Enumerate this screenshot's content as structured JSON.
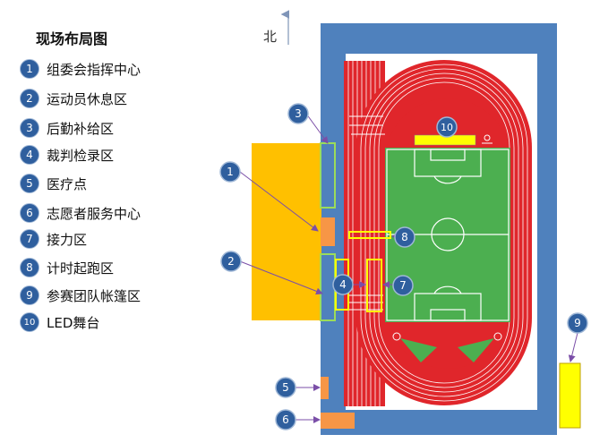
{
  "title": "现场布局图",
  "north_label": "北",
  "legend": [
    {
      "num": "1",
      "label": "组委会指挥中心"
    },
    {
      "num": "2",
      "label": "运动员休息区"
    },
    {
      "num": "3",
      "label": "后勤补给区"
    },
    {
      "num": "4",
      "label": "裁判检录区"
    },
    {
      "num": "5",
      "label": "医疗点"
    },
    {
      "num": "6",
      "label": "志愿者服务中心"
    },
    {
      "num": "7",
      "label": "接力区"
    },
    {
      "num": "8",
      "label": "计时起跑区"
    },
    {
      "num": "9",
      "label": "参赛团队帐篷区"
    },
    {
      "num": "10",
      "label": "LED舞台"
    }
  ],
  "markers": [
    "1",
    "2",
    "3",
    "4",
    "5",
    "6",
    "7",
    "8",
    "9",
    "10"
  ],
  "colors": {
    "frame_blue": "#4f81bd",
    "track_red": "#e0262b",
    "field_green": "#4caf50",
    "zone_orange": "#ffc000",
    "zone_orange_dark": "#f79646",
    "zone_yellow": "#ffff00",
    "marker_blue": "#2f5f9e",
    "outline_green": "#9bdc5a"
  }
}
